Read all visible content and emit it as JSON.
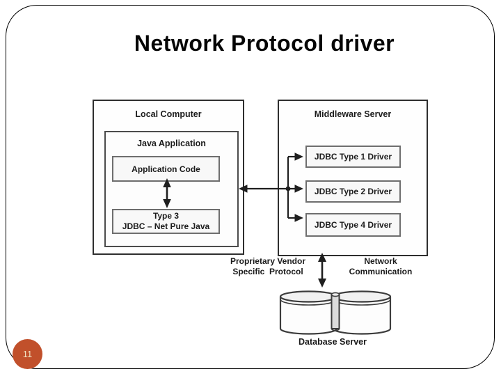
{
  "slide": {
    "title": "Network Protocol driver",
    "page_number": "11"
  },
  "diagram": {
    "local_computer_label": "Local Computer",
    "java_application_label": "Java Application",
    "application_code_label": "Application Code",
    "type3_line1": "Type 3",
    "type3_line2": "JDBC – Net Pure Java",
    "middleware_server_label": "Middleware Server",
    "drivers": [
      "JDBC Type 1 Driver",
      "JDBC Type 2 Driver",
      "JDBC Type 4 Driver"
    ],
    "proprietary_label_line1": "Proprietary Vendor",
    "proprietary_label_line2": "Specific  Protocol",
    "network_label_line1": "Network",
    "network_label_line2": "Communication",
    "database_server_label": "Database Server"
  },
  "colors": {
    "page_badge_background": "#C1502B",
    "page_badge_text": "#EFE2C2",
    "diagram_line": "#1f1f1f",
    "box_border_dark": "#2e2e2e",
    "box_border_gray": "#6e6e6e"
  }
}
